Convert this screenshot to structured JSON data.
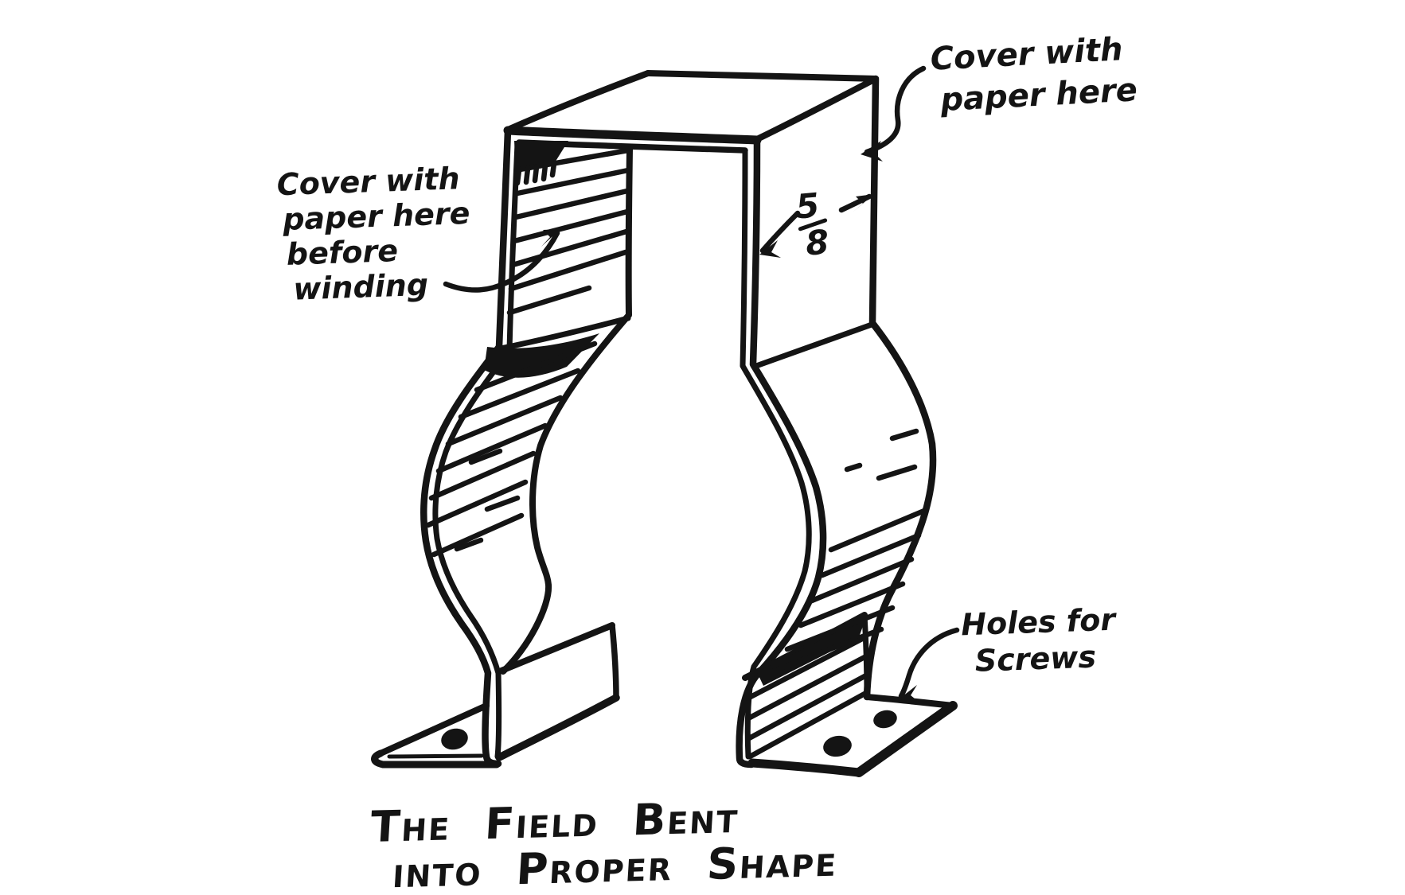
{
  "canvas": {
    "background": "#ffffff",
    "ink": "#141414"
  },
  "labels": {
    "cover_right": {
      "line1": "Cover with",
      "line2": "paper here"
    },
    "cover_left": {
      "line1": "Cover with",
      "line2": "paper here",
      "line3": "before",
      "line4": "winding"
    },
    "dimension": {
      "numerator": "5",
      "denominator": "8"
    },
    "holes": {
      "line1": "Holes for",
      "line2": "Screws"
    }
  },
  "caption": {
    "line1": "The Field Bent",
    "line2": "into Proper Shape"
  }
}
